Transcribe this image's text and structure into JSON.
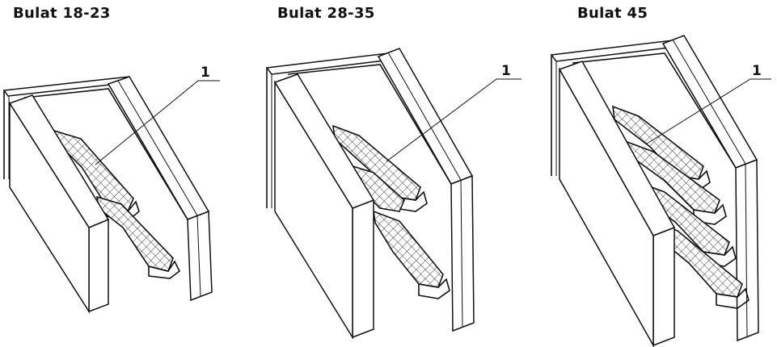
{
  "figures": [
    {
      "title": "Bulat 18-23",
      "callout": "1"
    },
    {
      "title": "Bulat 28-35",
      "callout": "1"
    },
    {
      "title": "Bulat 45",
      "callout": "1"
    }
  ]
}
